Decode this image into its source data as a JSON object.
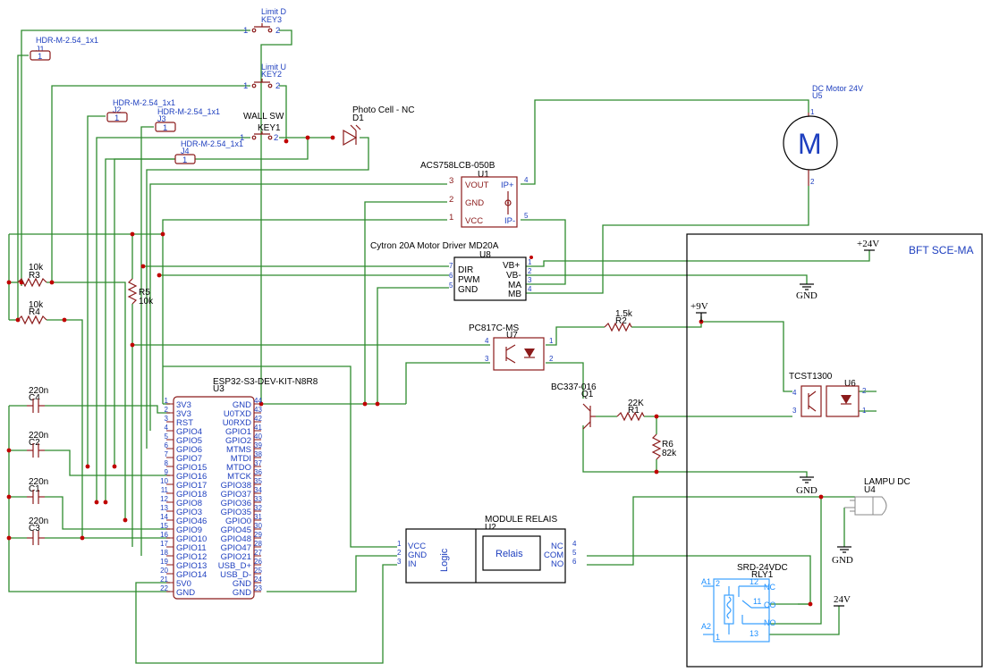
{
  "colors": {
    "wire": "#2e8b2e",
    "junction": "#c00000",
    "part": "#8b1a1a",
    "label": "#1e3fbf",
    "relay": "#1e90ff"
  },
  "labels": {
    "j1": {
      "model": "HDR-M-2.54_1x1",
      "ref": "J1",
      "pin": "1"
    },
    "j2": {
      "model": "HDR-M-2.54_1x1",
      "ref": "J2",
      "pin": "1"
    },
    "j3": {
      "model": "HDR-M-2.54_1x1",
      "ref": "J3",
      "pin": "1"
    },
    "j4": {
      "model": "HDR-M-2.54_1x1",
      "ref": "J4",
      "pin": "1"
    },
    "key3": {
      "name": "Limit D",
      "ref": "KEY3",
      "p1": "1",
      "p2": "2"
    },
    "key2": {
      "name": "Limit U",
      "ref": "KEY2",
      "p1": "1",
      "p2": "2"
    },
    "key1": {
      "name": "WALL SW",
      "ref": "KEY1",
      "p1": "1",
      "p2": "2"
    },
    "d1": {
      "name": "Photo Cell - NC",
      "ref": "D1"
    },
    "motor": {
      "name": "DC Motor 24V",
      "ref": "U5",
      "glyph": "M",
      "p1": "1",
      "p2": "2"
    },
    "u1": {
      "name": "ACS758LCB-050B",
      "ref": "U1",
      "pins": [
        {
          "n": "3",
          "t": "VOUT"
        },
        {
          "n": "2",
          "t": "GND"
        },
        {
          "n": "1",
          "t": "VCC"
        }
      ],
      "right": [
        {
          "n": "4",
          "t": "IP+"
        },
        {
          "n": "5",
          "t": "IP-"
        }
      ]
    },
    "u8": {
      "name": "Cytron 20A Motor Driver MD20A",
      "ref": "U8",
      "left": [
        {
          "n": "7",
          "t": "DIR"
        },
        {
          "n": "6",
          "t": "PWM"
        },
        {
          "n": "5",
          "t": "GND"
        }
      ],
      "right": [
        {
          "n": "1",
          "t": "VB+"
        },
        {
          "n": "2",
          "t": "VB-"
        },
        {
          "n": "3",
          "t": "MA"
        },
        {
          "n": "4",
          "t": "MB"
        }
      ]
    },
    "r3": {
      "val": "10k",
      "ref": "R3"
    },
    "r4": {
      "val": "10k",
      "ref": "R4"
    },
    "r5": {
      "ref": "R5",
      "val": "10k"
    },
    "u7": {
      "name": "PC817C-MS",
      "ref": "U7",
      "p4": "4",
      "p3": "3",
      "p1": "1",
      "p2": "2"
    },
    "r2": {
      "val": "1.5k",
      "ref": "R2"
    },
    "q1": {
      "name": "BC337-016",
      "ref": "Q1"
    },
    "r1": {
      "val": "22K",
      "ref": "R1"
    },
    "r6": {
      "ref": "R6",
      "val": "82k"
    },
    "u6": {
      "name": "TCST1300",
      "ref": "U6",
      "p4": "4",
      "p3": "3",
      "p2": "2",
      "p1": "1"
    },
    "u3": {
      "name": "ESP32-S3-DEV-KIT-N8R8",
      "ref": "U3",
      "left": [
        {
          "n": "1",
          "t": "3V3"
        },
        {
          "n": "2",
          "t": "3V3"
        },
        {
          "n": "3",
          "t": "RST"
        },
        {
          "n": "4",
          "t": "GPIO4"
        },
        {
          "n": "5",
          "t": "GPIO5"
        },
        {
          "n": "6",
          "t": "GPIO6"
        },
        {
          "n": "7",
          "t": "GPIO7"
        },
        {
          "n": "8",
          "t": "GPIO15"
        },
        {
          "n": "9",
          "t": "GPIO16"
        },
        {
          "n": "10",
          "t": "GPIO17"
        },
        {
          "n": "11",
          "t": "GPIO18"
        },
        {
          "n": "12",
          "t": "GPIO8"
        },
        {
          "n": "13",
          "t": "GPIO3"
        },
        {
          "n": "14",
          "t": "GPIO46"
        },
        {
          "n": "15",
          "t": "GPIO9"
        },
        {
          "n": "16",
          "t": "GPIO10"
        },
        {
          "n": "17",
          "t": "GPIO11"
        },
        {
          "n": "18",
          "t": "GPIO12"
        },
        {
          "n": "19",
          "t": "GPIO13"
        },
        {
          "n": "20",
          "t": "GPIO14"
        },
        {
          "n": "21",
          "t": "5V0"
        },
        {
          "n": "22",
          "t": "GND"
        }
      ],
      "right": [
        {
          "n": "44",
          "t": "GND"
        },
        {
          "n": "43",
          "t": "U0TXD"
        },
        {
          "n": "42",
          "t": "U0RXD"
        },
        {
          "n": "41",
          "t": "GPIO1"
        },
        {
          "n": "40",
          "t": "GPIO2"
        },
        {
          "n": "39",
          "t": "MTMS"
        },
        {
          "n": "38",
          "t": "MTDI"
        },
        {
          "n": "37",
          "t": "MTDO"
        },
        {
          "n": "36",
          "t": "MTCK"
        },
        {
          "n": "35",
          "t": "GPIO38"
        },
        {
          "n": "34",
          "t": "GPIO37"
        },
        {
          "n": "33",
          "t": "GPIO36"
        },
        {
          "n": "32",
          "t": "GPIO35"
        },
        {
          "n": "31",
          "t": "GPIO0"
        },
        {
          "n": "30",
          "t": "GPIO45"
        },
        {
          "n": "29",
          "t": "GPIO48"
        },
        {
          "n": "28",
          "t": "GPIO47"
        },
        {
          "n": "27",
          "t": "GPIO21"
        },
        {
          "n": "26",
          "t": "USB_D+"
        },
        {
          "n": "25",
          "t": "USB_D-"
        },
        {
          "n": "24",
          "t": "GND"
        },
        {
          "n": "23",
          "t": "GND"
        }
      ]
    },
    "c4": {
      "val": "220n",
      "ref": "C4"
    },
    "c2": {
      "val": "220n",
      "ref": "C2"
    },
    "c1": {
      "val": "220n",
      "ref": "C1"
    },
    "c3": {
      "val": "220n",
      "ref": "C3"
    },
    "u2": {
      "name": "MODULE RELAIS",
      "ref": "U2",
      "logic": "Logic",
      "relais": "Relais",
      "left": [
        {
          "n": "1",
          "t": "VCC"
        },
        {
          "n": "2",
          "t": "GND"
        },
        {
          "n": "3",
          "t": "IN"
        }
      ],
      "right": [
        {
          "n": "4",
          "t": "NC"
        },
        {
          "n": "5",
          "t": "COM"
        },
        {
          "n": "6",
          "t": "NO"
        }
      ]
    },
    "bft": "BFT SCE-MA",
    "p24a": "+24V",
    "p9": "+9V",
    "p24b": "24V",
    "gnd": "GND",
    "u4": {
      "name": "LAMPU DC",
      "ref": "U4"
    },
    "rly1": {
      "name": "SRD-24VDC",
      "ref": "RLY1",
      "a1": "A1",
      "a2": "A2",
      "p2": "2",
      "p1": "1",
      "p12": "12",
      "p11": "11",
      "p13": "13",
      "nc": "NC",
      "co": "CO",
      "no": "NO"
    }
  }
}
